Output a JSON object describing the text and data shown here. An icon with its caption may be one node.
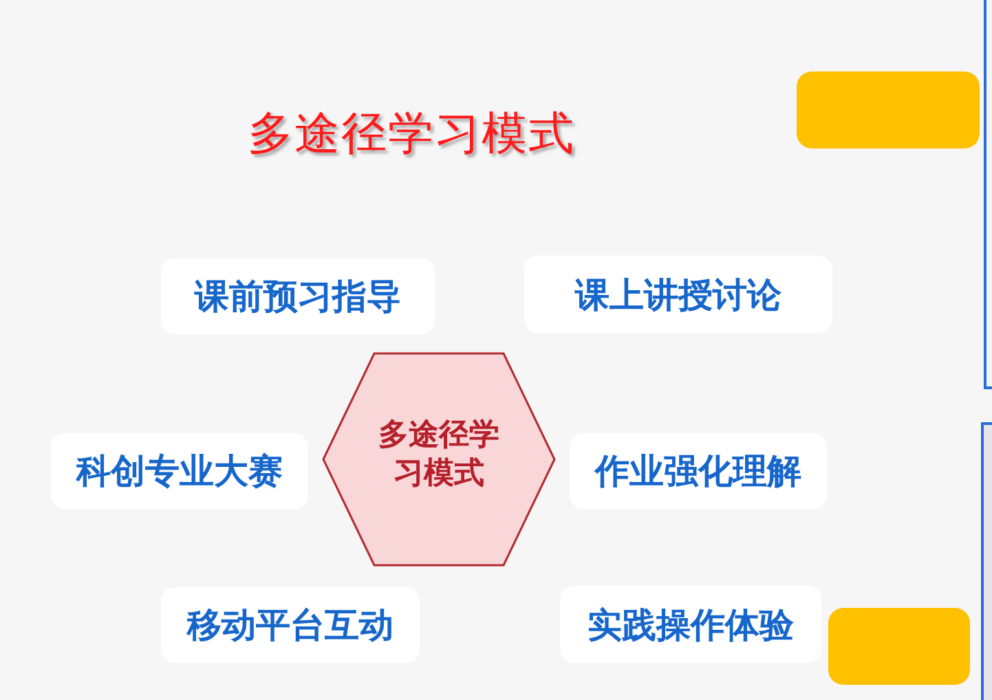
{
  "diagram": {
    "title": "多途径学习模式",
    "nodes": [
      {
        "text": [],
        "shape": "box"
      },
      {
        "text": [
          "课前预习指导"
        ]
      },
      {
        "text": [
          "课上讲授讨论"
        ]
      },
      {
        "text": [
          "科创专业大赛"
        ]
      },
      {
        "text": [
          "多途径学习模式"
        ]
      },
      {
        "text": [
          "作业强化理解"
        ]
      },
      {
        "text": [
          "移动平台互动"
        ]
      },
      {
        "text": [
          "实践操作体验"
        ]
      },
      {
        "text": [],
        "shape": "box"
      }
    ],
    "edges": []
  }
}
